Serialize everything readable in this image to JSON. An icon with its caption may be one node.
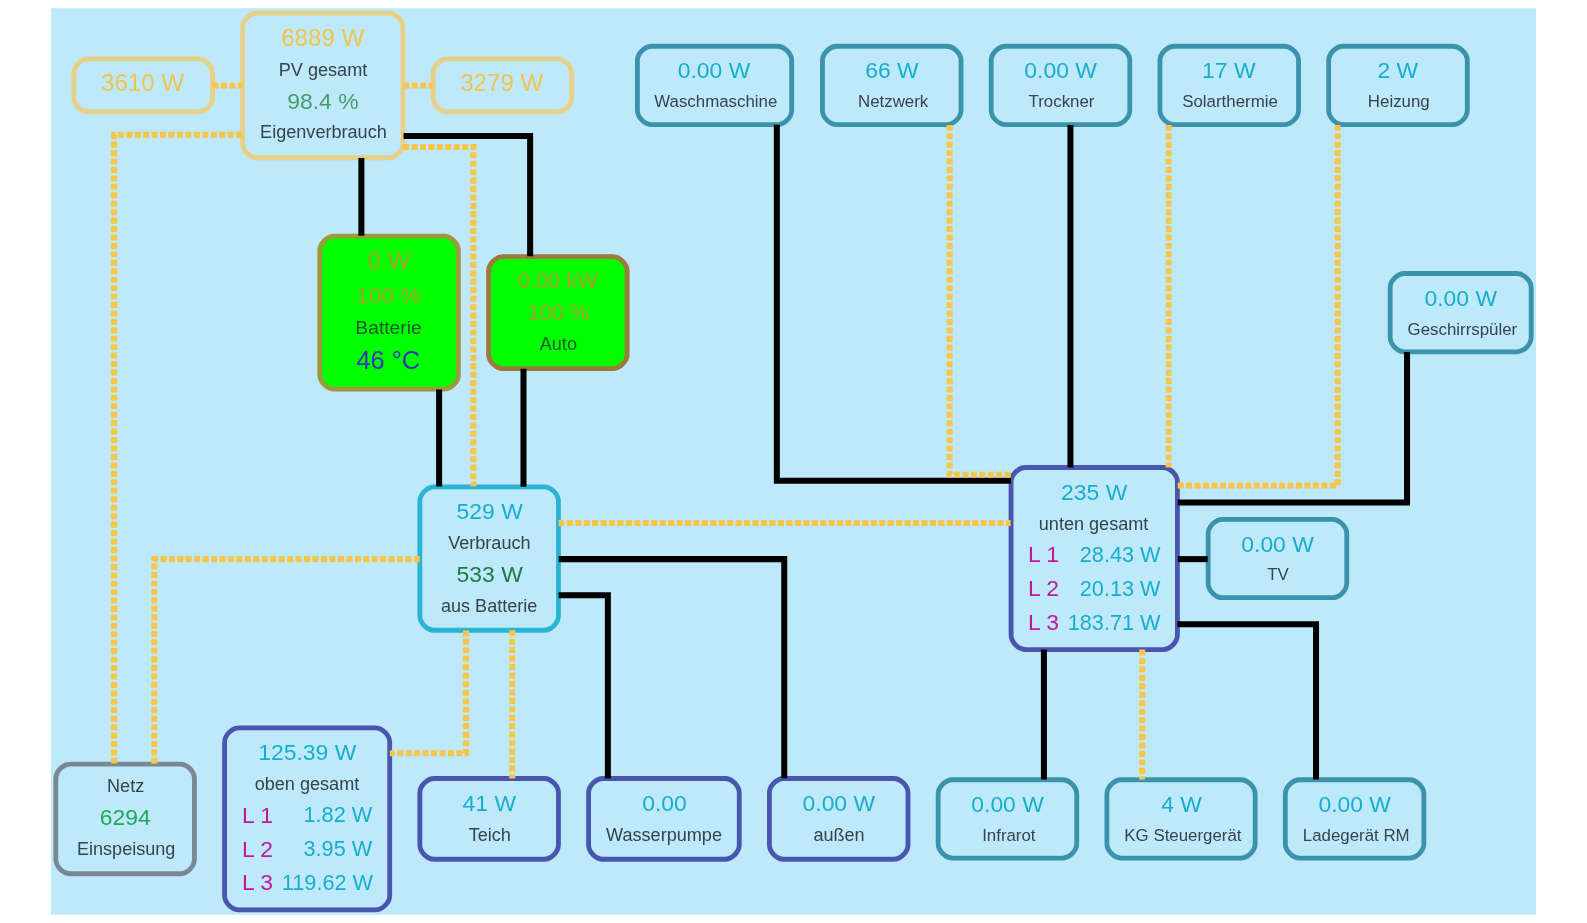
{
  "diagram": {
    "nodes": [
      {
        "text": [
          "3610 W"
        ]
      },
      {
        "text": [
          "6889 W",
          "PV gesamt",
          "98.4 %",
          "Eigenverbrauch"
        ]
      },
      {
        "text": [
          "3279 W"
        ]
      },
      {
        "text": [
          "0.00 W",
          "Waschmaschine"
        ]
      },
      {
        "text": [
          "66 W",
          "Netzwerk"
        ]
      },
      {
        "text": [
          "0.00 W",
          "Trockner"
        ]
      },
      {
        "text": [
          "17 W",
          "Solarthermie"
        ]
      },
      {
        "text": [
          "2 W",
          "Heizung"
        ]
      },
      {
        "text": [
          "0 W",
          "100 %",
          "Batterie",
          "46 °C"
        ]
      },
      {
        "text": [
          "0.00 kW",
          "100 %",
          "Auto"
        ]
      },
      {
        "text": [
          "0.00 W",
          "Geschirrspüler"
        ]
      },
      {
        "text": [
          "235 W",
          "unten gesamt",
          "L 1",
          "28.43 W",
          "L 2",
          "20.13 W",
          "L 3",
          "183.71 W"
        ]
      },
      {
        "text": [
          "0.00 W",
          "TV"
        ]
      },
      {
        "text": [
          "529 W",
          "Verbrauch",
          "533 W",
          "aus Batterie"
        ]
      },
      {
        "text": [
          "4 W",
          "KG Steuergerät"
        ]
      },
      {
        "text": [
          "125.39 W",
          "oben gesamt",
          "L 1",
          "1.82 W",
          "L 2",
          "3.95 W",
          "L 3",
          "119.62 W"
        ]
      },
      {
        "text": [
          "0.00 W",
          "Ladegerät RM"
        ]
      },
      {
        "text": [
          "Netz",
          "6294",
          "Einspeisung"
        ]
      },
      {
        "text": [
          "41 W",
          "Teich"
        ]
      },
      {
        "text": [
          "0.00",
          "Wasserpumpe"
        ]
      },
      {
        "text": [
          "0.00 W",
          "außen"
        ]
      },
      {
        "text": [
          "0.00 W",
          "Infrarot"
        ]
      }
    ],
    "edges": [
      {
        "from": 0,
        "to": 1,
        "arrow": "none",
        "style": "dashed",
        "color": "#f7c548"
      },
      {
        "from": 1,
        "to": 2,
        "arrow": "none",
        "style": "dashed",
        "color": "#f7c548"
      },
      {
        "from": 1,
        "to": 8,
        "arrow": "none",
        "color": "#000000"
      },
      {
        "from": 1,
        "to": 9,
        "arrow": "none",
        "color": "#000000"
      },
      {
        "from": 1,
        "to": 17,
        "arrow": "none",
        "style": "dashed",
        "color": "#f7c548"
      },
      {
        "from": 1,
        "to": 13,
        "arrow": "none",
        "style": "dashed",
        "color": "#f7c548"
      },
      {
        "from": 8,
        "to": 13,
        "arrow": "none",
        "color": "#000000"
      },
      {
        "from": 9,
        "to": 13,
        "arrow": "none",
        "color": "#000000"
      },
      {
        "from": 13,
        "to": 17,
        "arrow": "none",
        "style": "dashed",
        "color": "#f7c548"
      },
      {
        "from": 13,
        "to": 11,
        "arrow": "none",
        "style": "dashed",
        "color": "#f7c548"
      },
      {
        "from": 13,
        "to": 15,
        "arrow": "none",
        "style": "dashed",
        "color": "#f7c548"
      },
      {
        "from": 13,
        "to": 20,
        "arrow": "none",
        "color": "#000000"
      },
      {
        "from": 13,
        "to": 18,
        "arrow": "none",
        "style": "dashed",
        "color": "#f7c548"
      },
      {
        "from": 13,
        "to": 19,
        "arrow": "none",
        "color": "#000000"
      },
      {
        "from": 3,
        "to": 11,
        "arrow": "none",
        "color": "#000000"
      },
      {
        "from": 4,
        "to": 11,
        "arrow": "none",
        "style": "dashed",
        "color": "#f7c548"
      },
      {
        "from": 5,
        "to": 11,
        "arrow": "none",
        "color": "#000000"
      },
      {
        "from": 6,
        "to": 11,
        "arrow": "none",
        "style": "dashed",
        "color": "#f7c548"
      },
      {
        "from": 7,
        "to": 11,
        "arrow": "none",
        "style": "dashed",
        "color": "#f7c548"
      },
      {
        "from": 10,
        "to": 11,
        "arrow": "none",
        "color": "#000000"
      },
      {
        "from": 11,
        "to": 12,
        "arrow": "none",
        "color": "#000000"
      },
      {
        "from": 11,
        "to": 14,
        "arrow": "none",
        "style": "dashed",
        "color": "#f7c548"
      },
      {
        "from": 11,
        "to": 16,
        "arrow": "none",
        "color": "#000000"
      },
      {
        "from": 11,
        "to": 21,
        "arrow": "none",
        "color": "#000000"
      }
    ]
  }
}
